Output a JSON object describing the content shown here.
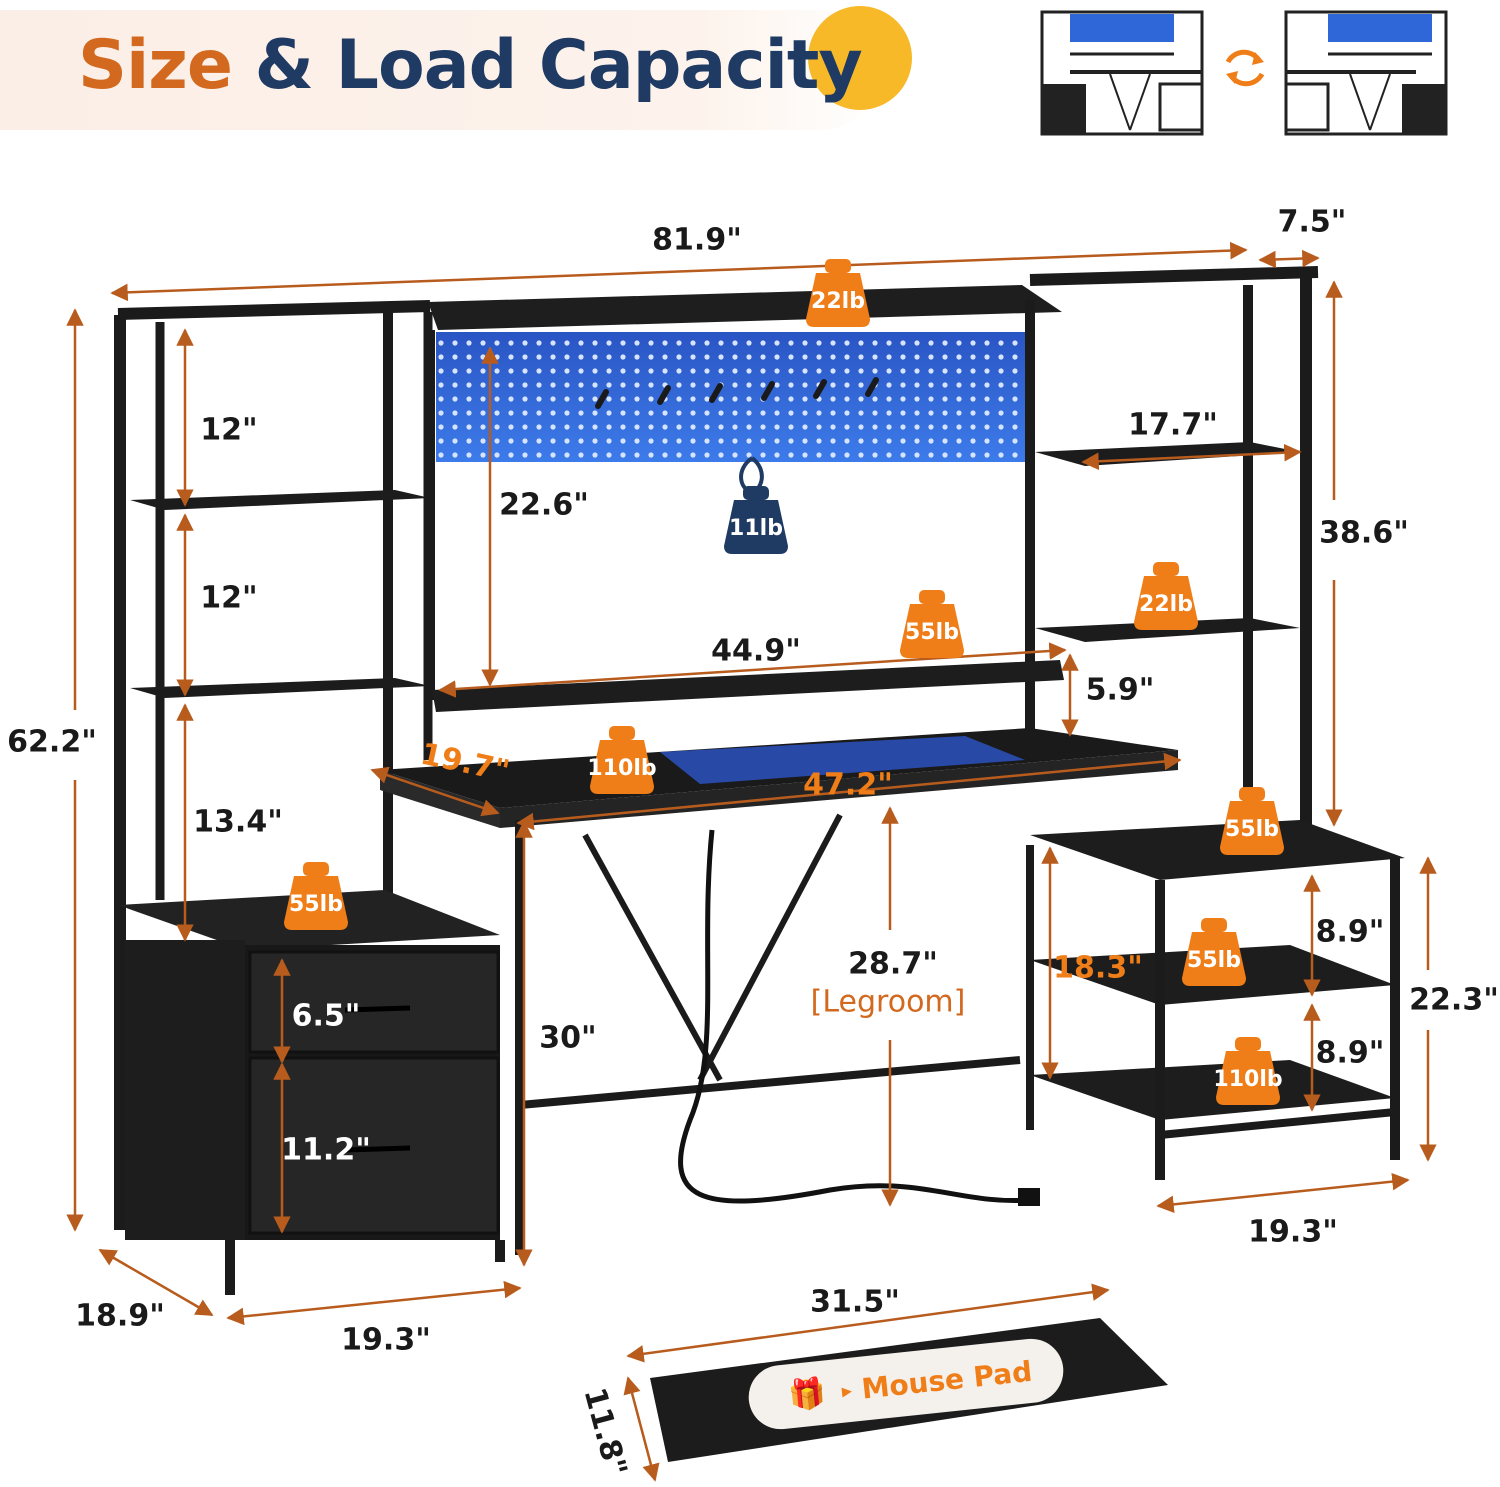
{
  "title": {
    "part1": "Size",
    "part2": "& Load Capacity"
  },
  "colors": {
    "accent": "#ef7d18",
    "title_orange": "#d2691e",
    "navy": "#1f3b63",
    "highlight": "#f7b928",
    "led_blue": "#2f67d8"
  },
  "icons": {
    "swap": "swap-arrows-icon",
    "gift": "gift-icon",
    "weight": "weight-icon"
  },
  "dimensions": {
    "total_width": "81.9\"",
    "side_depth": "7.5\"",
    "left_shelf_1": "12\"",
    "left_shelf_2": "12\"",
    "left_shelf_3": "13.4\"",
    "hutch_height": "22.6\"",
    "right_shelf_width": "17.7\"",
    "right_tower_height": "38.6\"",
    "total_height": "62.2\"",
    "hutch_width": "44.9\"",
    "riser_height": "5.9\"",
    "desk_depth": "19.7\"",
    "desk_width": "47.2\"",
    "legroom_height": "28.7\"",
    "legroom_label": "[Legroom]",
    "desk_height": "30\"",
    "drawer_top": "6.5\"",
    "drawer_bottom": "11.2\"",
    "cabinet_depth": "18.9\"",
    "cabinet_width": "19.3\"",
    "side_shelf_height": "18.3\"",
    "side_gap_1": "8.9\"",
    "side_gap_2": "8.9\"",
    "side_unit_height": "22.3\"",
    "side_unit_width": "19.3\"",
    "mouse_pad_width": "31.5\"",
    "mouse_pad_depth": "11.8\""
  },
  "loads": {
    "top_shelf": "22lb",
    "pegboard_hook": "11lb",
    "right_shelf": "22lb",
    "monitor_shelf": "55lb",
    "desktop": "110lb",
    "cabinet_top": "55lb",
    "side_top": "55lb",
    "side_middle": "55lb",
    "side_bottom": "110lb"
  },
  "mouse_pad": {
    "label": "Mouse Pad",
    "arrow": "▸"
  }
}
